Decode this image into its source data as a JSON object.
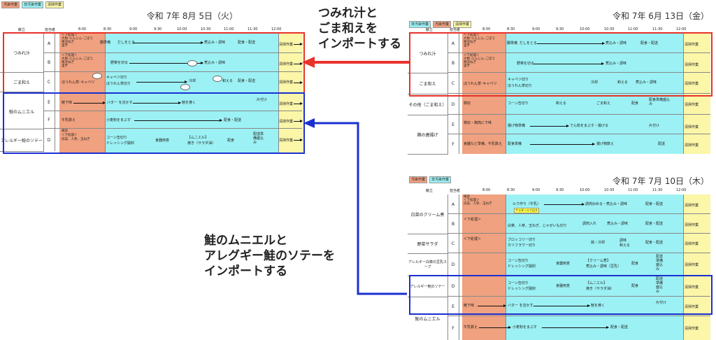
{
  "legend": [
    "汚染作業",
    "非汚染作業",
    "清掃作業"
  ],
  "legend2": [
    "汚染作業",
    "非汚染作業"
  ],
  "headers": {
    "col1": "献立",
    "col2": "担当者",
    "times": [
      "8:00",
      "8:30",
      "9:00",
      "9:30",
      "10:00",
      "10:30",
      "11:00",
      "11:30",
      "12:00"
    ]
  },
  "left": {
    "date": "令和 7年 8月  5日（火）",
    "rows": [
      {
        "dish": "つみれ汁",
        "id": "A",
        "pre": "＜下処理＞\n大根･にんじん･ごぼう\n根深ねぎ\n里芋",
        "tasks": [
          "腸準備",
          "だしをとる",
          "煮込み・調味",
          "配食・配送",
          "清掃作業"
        ]
      },
      {
        "dish": "",
        "id": "B",
        "pre": "＜下処理＞\n大根･にんじん･ごぼう\n根深ねぎ\n里芋",
        "tasks": [
          "野菜を切る",
          "煮込み・調味",
          "清掃作業"
        ]
      },
      {
        "dish": "ごま和え",
        "id": "C",
        "pre": "ほうれん草･キャベツ",
        "tasks": [
          "キャベツ切り",
          "ほうれん草切り",
          "冷却",
          "和える",
          "配食・配送",
          "清掃作業"
        ]
      },
      {
        "dish": "鮭のムニエル",
        "id": "E",
        "pre": "鮭下味",
        "tasks": [
          "バター を溶かす",
          "鮭を焼く",
          "片付け",
          "清掃作業"
        ]
      },
      {
        "dish": "",
        "id": "F",
        "pre": "牛乳数え",
        "tasks": [
          "小麦粉をまぶす",
          "配食・配送",
          "清掃作業"
        ]
      },
      {
        "dish": "アレルギー鮭のソテー",
        "id": "D",
        "pre": "検収\n＜下処理＞\n白菜、人参、玉ねぎ",
        "tasks": [
          "コーン缶切り",
          "ドレッシング開封",
          "食器用意",
          "【ムニエル】",
          "焼き（サラダ油）",
          "配食",
          "配送準備盛込み",
          "清掃作業"
        ]
      }
    ]
  },
  "right_top": {
    "date": "令和 7年 6月 13日（金）",
    "rows": [
      {
        "dish": "つみれ汁",
        "id": "A",
        "pre": "＜下処理＞\n大根･にんじん･ごぼう\n根深ねぎ\n里芋",
        "tasks": [
          "腸準備",
          "だしをとる",
          "煮込み・調味",
          "配食・配送",
          "清掃作業"
        ]
      },
      {
        "dish": "",
        "id": "B",
        "pre": "＜下処理＞\n大根･にんじん･ごぼう\n根深ねぎ\n里芋",
        "tasks": [
          "野菜を切る",
          "煮込み・調味",
          "清掃作業"
        ]
      },
      {
        "dish": "ごま和え",
        "id": "C",
        "pre": "ほうれん草･キャベツ",
        "tasks": [
          "キャベツ切り",
          "ほうれん草切り",
          "冷却",
          "和える",
          "煮込み・調味",
          "清掃作業"
        ]
      },
      {
        "dish": "その他（ごま和え）",
        "id": "D",
        "pre": "検収",
        "tasks": [
          "コーン缶切り",
          "和える",
          "ごま和え",
          "配食",
          "配食準備盛込み",
          "清掃作業"
        ]
      },
      {
        "dish": "鶏の唐揚げ",
        "id": "E",
        "pre": "検収・鶏肉に下味",
        "tasks": [
          "揚げ物準備",
          "でん粉をまぶす・揚げる",
          "片付け",
          "清掃作業"
        ]
      },
      {
        "dish": "",
        "id": "F",
        "pre": "食器など準備、牛乳数え",
        "tasks": [
          "配食準備",
          "揚げ物数え",
          "配送",
          "清掃作業"
        ]
      }
    ]
  },
  "right_bottom": {
    "date": "令和 7年 7月 10日（木）",
    "rows": [
      {
        "dish": "白菜のクリーム煮",
        "id": "A",
        "pre": "検収\n＜下処理＞\n白菜、人参、玉ねぎ",
        "tasks": [
          "ルウ作り（牛乳）",
          "調肉炒める・煮込み・調味",
          "配食・配送",
          "清掃作業"
        ]
      },
      {
        "dish": "",
        "id": "B",
        "pre": "＜下処理＞",
        "tasks": [
          "白菜、人参、玉ねぎ、じゃがいも切り",
          "調肉入れ",
          "煮込み・調味",
          "配食・配送",
          "清掃作業"
        ]
      },
      {
        "dish": "野菜サラダ",
        "id": "C",
        "pre": "＜下処理＞",
        "tasks": [
          "ブロッコリー切り",
          "カリフラワー切り",
          "茹・冷却",
          "調味",
          "和える",
          "配食・配送",
          "清掃作業"
        ]
      },
      {
        "dish": "アレルギー白菜の豆乳スープ",
        "id": "D",
        "pre": "",
        "tasks": [
          "コーン缶切り",
          "ドレッシング開封",
          "食器用意",
          "【クリーム煮】",
          "煮込み・調味（豆乳）",
          "配食",
          "配送準備盛込み",
          "清掃作業"
        ]
      },
      {
        "dish": "アレルギー鮭のソテー",
        "id": "D",
        "pre": "",
        "tasks": [
          "コーン缶切り",
          "ドレッシング開封",
          "食器用意",
          "【ムニエル】",
          "焼き（サラダ油）",
          "配食",
          "配送準備盛込み",
          "清掃作業"
        ]
      },
      {
        "dish": "鮭のムニエル",
        "id": "E",
        "pre": "鮭下味",
        "tasks": [
          "バター を溶かす",
          "鮭を焼く",
          "片付け",
          "清掃作業"
        ]
      },
      {
        "dish": "",
        "id": "F",
        "pre": "牛乳数え",
        "tasks": [
          "小麦粉をまぶす",
          "配食・配送",
          "清掃作業"
        ]
      }
    ],
    "note": "サラダールで出す"
  },
  "callouts": {
    "top": "つみれ汁と\nごま和えを\nインポートする",
    "bottom": "鮭のムニエルと\nアレグギー鮭のソテーを\nインポートする"
  },
  "colors": {
    "red": "#e8322a",
    "blue": "#1b2fd1",
    "pre": "#f0a17f",
    "mid": "#9cf1f4",
    "post": "#fbf6a8"
  }
}
